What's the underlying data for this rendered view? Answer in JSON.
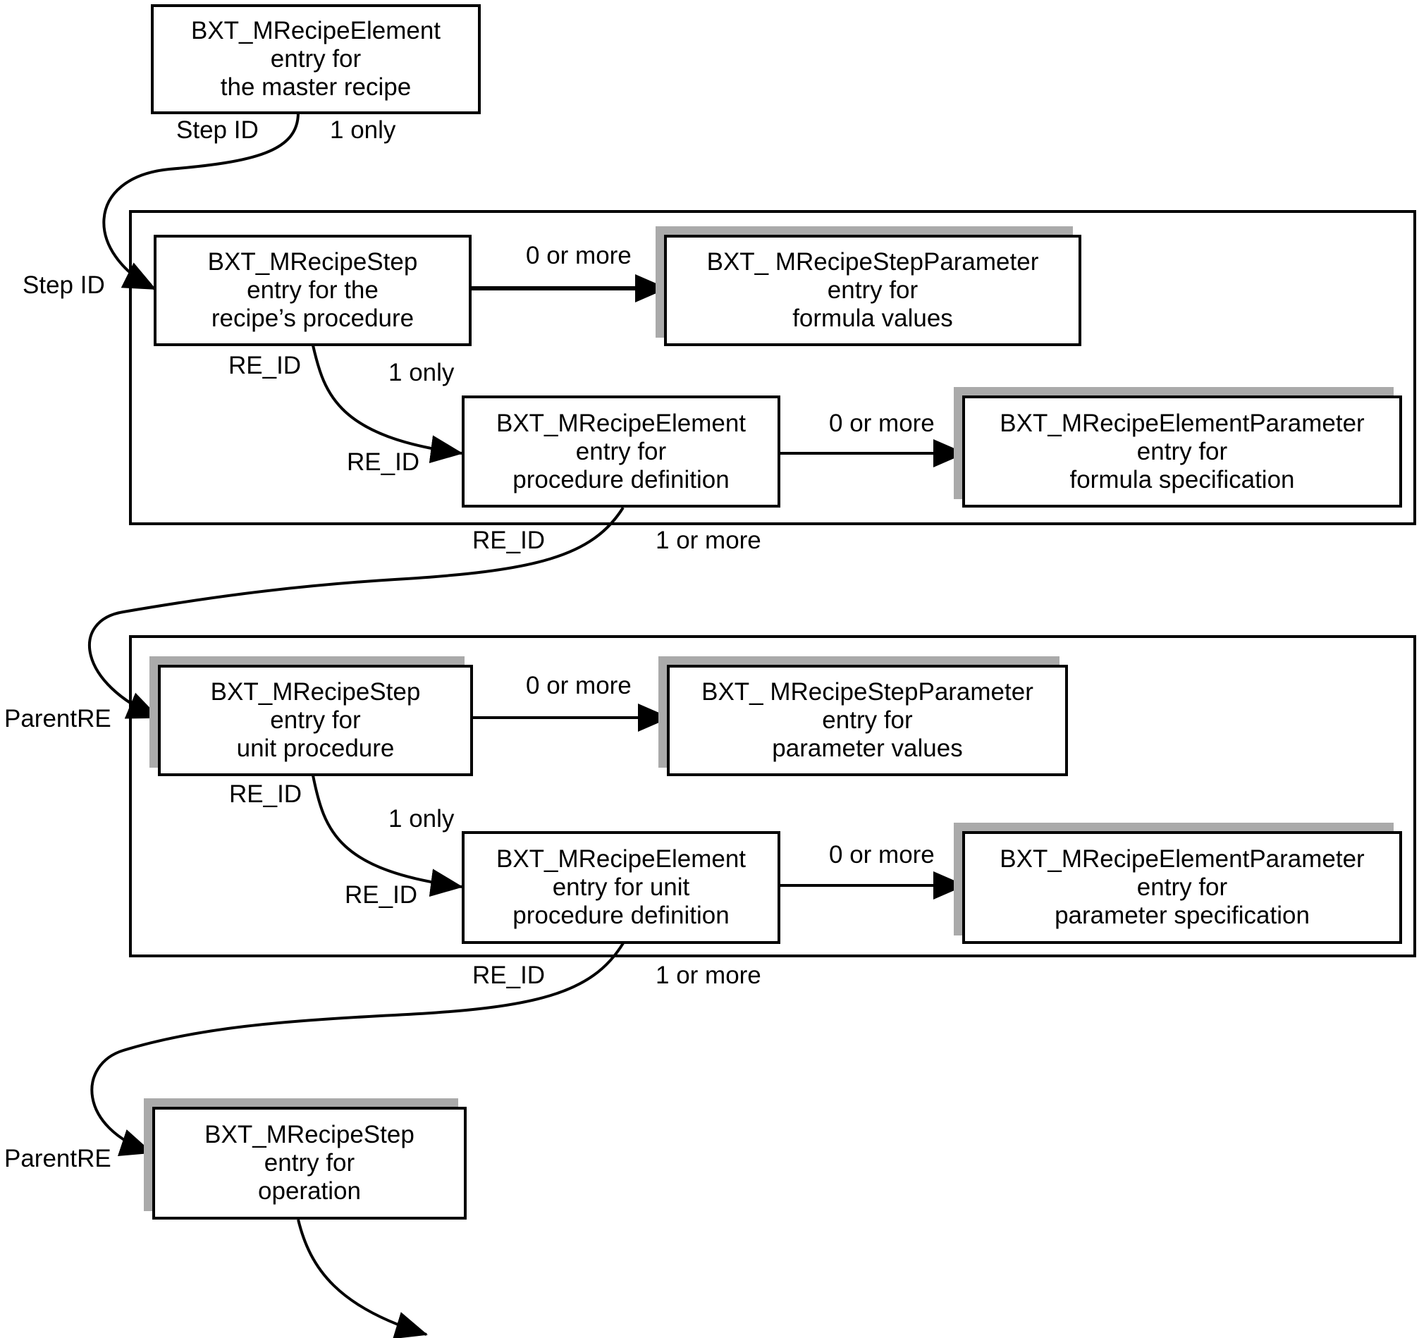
{
  "nodes": {
    "master_recipe_element": [
      "BXT_MRecipeElement",
      "entry for",
      "the master recipe"
    ],
    "procedure_step": [
      "BXT_MRecipeStep",
      "entry for the",
      "recipe’s procedure"
    ],
    "formula_step_param": [
      "BXT_ MRecipeStepParameter",
      "entry for",
      "formula values"
    ],
    "procedure_definition_element": [
      "BXT_MRecipeElement",
      "entry for",
      "procedure definition"
    ],
    "formula_element_param": [
      "BXT_MRecipeElementParameter",
      "entry for",
      "formula specification"
    ],
    "unit_procedure_step": [
      "BXT_MRecipeStep",
      "entry for",
      "unit procedure"
    ],
    "param_values_step_param": [
      "BXT_ MRecipeStepParameter",
      "entry for",
      "parameter values"
    ],
    "unit_procedure_definition_element": [
      "BXT_MRecipeElement",
      "entry for unit",
      "procedure definition"
    ],
    "param_spec_element_param": [
      "BXT_MRecipeElementParameter",
      "entry for",
      "parameter specification"
    ],
    "operation_step": [
      "BXT_MRecipeStep",
      "entry for",
      "operation"
    ]
  },
  "labels": {
    "step_id_out": "Step ID",
    "one_only_1": "1 only",
    "step_id_in": "Step ID",
    "zero_or_more_1": "0 or more",
    "re_id_out_1": "RE_ID",
    "one_only_2": "1 only",
    "re_id_in_1": "RE_ID",
    "zero_or_more_2": "0 or more",
    "re_id_out_2": "RE_ID",
    "one_or_more_1": "1 or more",
    "parent_re_1": "ParentRE",
    "zero_or_more_3": "0 or more",
    "re_id_out_3": "RE_ID",
    "one_only_3": "1 only",
    "re_id_in_2": "RE_ID",
    "zero_or_more_4": "0 or more",
    "re_id_out_4": "RE_ID",
    "one_or_more_2": "1 or more",
    "parent_re_2": "ParentRE"
  },
  "colors": {
    "stroke": "#000000",
    "shadow": "#aaaaaa",
    "background": "#ffffff"
  }
}
